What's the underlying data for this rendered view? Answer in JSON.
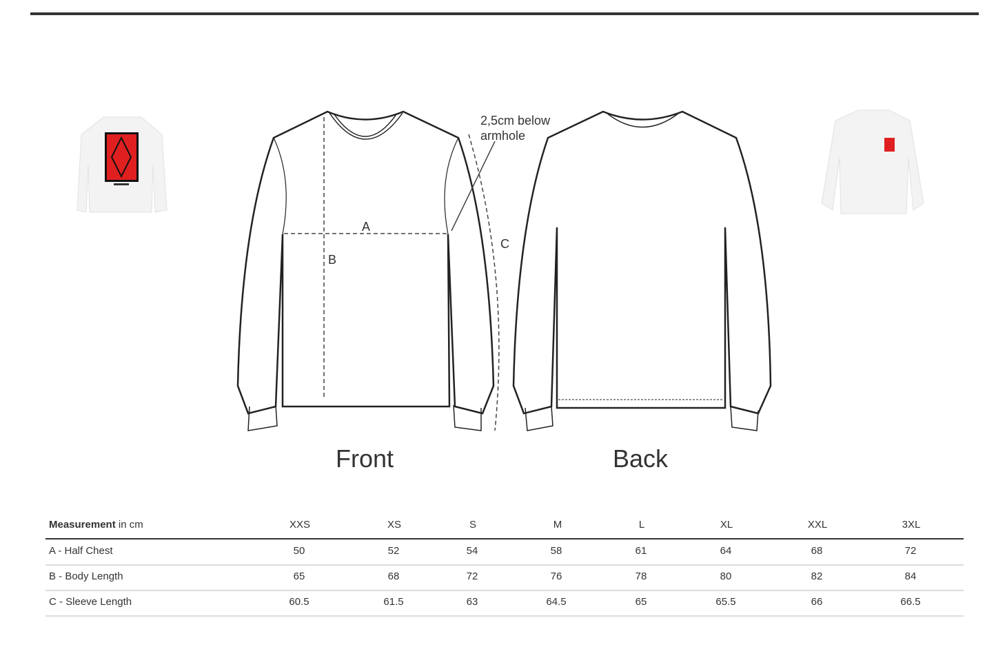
{
  "views": {
    "front": "Front",
    "back": "Back"
  },
  "annotations": {
    "armhole_note_line1": "2,5cm below",
    "armhole_note_line2": "armhole",
    "a": "A",
    "b": "B",
    "c": "C"
  },
  "colors": {
    "print_red": "#e02020",
    "outline": "#222222"
  },
  "table": {
    "header_bold": "Measurement",
    "header_rest": " in cm",
    "sizes": [
      "XXS",
      "XS",
      "S",
      "M",
      "L",
      "XL",
      "XXL",
      "3XL"
    ],
    "rows": [
      {
        "label": "A - Half Chest",
        "values": [
          "50",
          "52",
          "54",
          "58",
          "61",
          "64",
          "68",
          "72"
        ]
      },
      {
        "label": "B - Body Length",
        "values": [
          "65",
          "68",
          "72",
          "76",
          "78",
          "80",
          "82",
          "84"
        ]
      },
      {
        "label": "C - Sleeve Length",
        "values": [
          "60.5",
          "61.5",
          "63",
          "64.5",
          "65",
          "65.5",
          "66",
          "66.5"
        ]
      }
    ]
  }
}
